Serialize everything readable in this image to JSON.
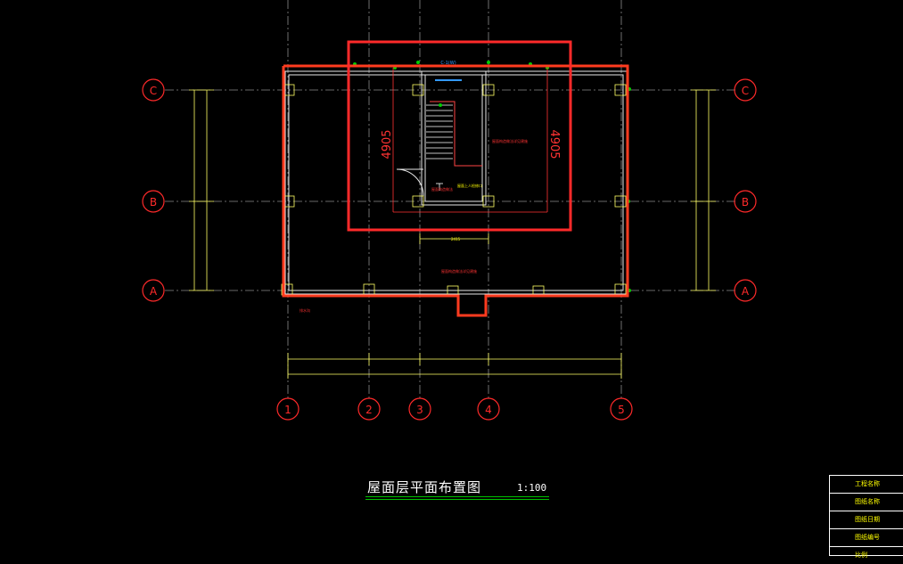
{
  "drawing": {
    "title": "屋面层平面布置图",
    "scale": "1:100"
  },
  "axes": {
    "rows": [
      "C",
      "B",
      "A"
    ],
    "columns": [
      "1",
      "2",
      "3",
      "4",
      "5"
    ]
  },
  "dimensions": {
    "stair_height": "4905",
    "stair_height_right": "4905",
    "stair_width": "2415"
  },
  "title_block": {
    "rows": [
      "工程名称",
      "图纸名称",
      "图纸日期",
      "图纸编号",
      "比例"
    ]
  },
  "colors": {
    "background": "#000000",
    "highlight": "#ff3b1f",
    "axis_bubble": "#ff2a2a",
    "structure": "#ffffff",
    "dimension": "#ffff66",
    "annotation": "#00cc00"
  }
}
